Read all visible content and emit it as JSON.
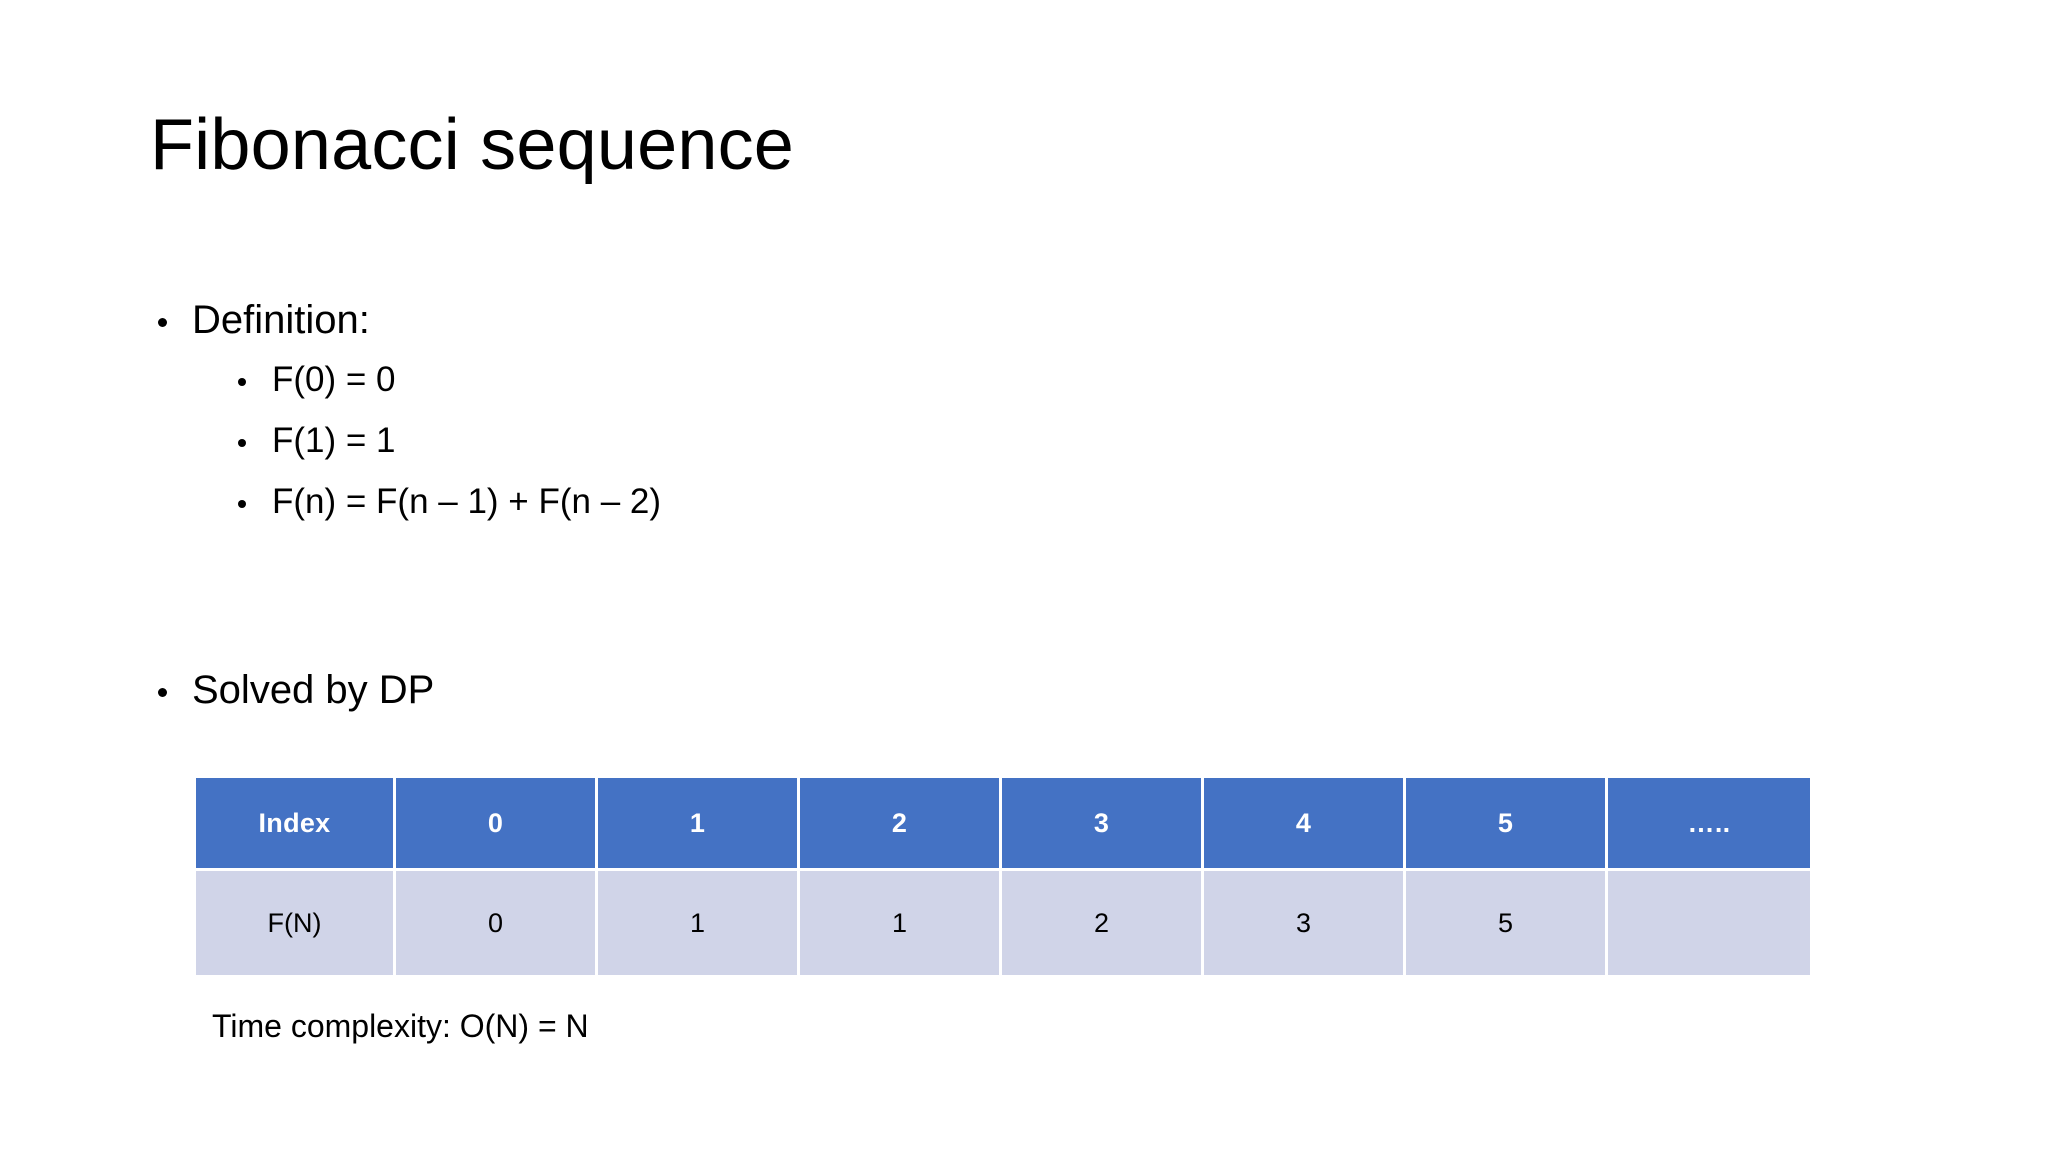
{
  "slide": {
    "title": "Fibonacci sequence",
    "bullets": [
      {
        "label": "Definition:",
        "sub": [
          "F(0) = 0",
          "F(1) = 1",
          "F(n) = F(n – 1) + F(n – 2)"
        ]
      },
      {
        "label": "Solved by DP",
        "sub": []
      }
    ],
    "footnote": "Time complexity: O(N) = N"
  },
  "table": {
    "header": [
      "Index",
      "0",
      "1",
      "2",
      "3",
      "4",
      "5",
      "….."
    ],
    "row": [
      "F(N)",
      "0",
      "1",
      "1",
      "2",
      "3",
      "5",
      ""
    ],
    "header_bg": "#4472C4",
    "header_fg": "#FFFFFF",
    "row_bg": "#D0D4E8",
    "row_fg": "#000000",
    "gridline": "#FFFFFF"
  }
}
